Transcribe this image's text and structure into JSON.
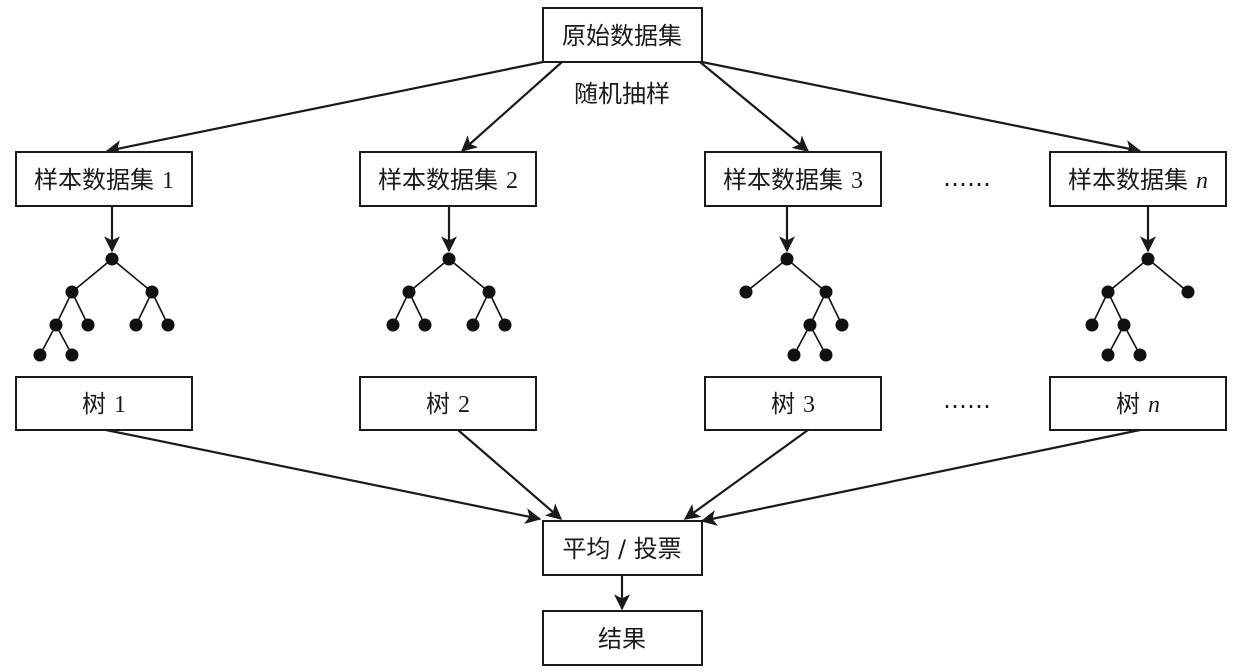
{
  "root": {
    "label": "原始数据集"
  },
  "edge_label": "随机抽样",
  "samples": [
    {
      "label": "样本数据集",
      "index": "1"
    },
    {
      "label": "样本数据集",
      "index": "2"
    },
    {
      "label": "样本数据集",
      "index": "3"
    },
    {
      "label": "样本数据集",
      "index": "n"
    }
  ],
  "trees": [
    {
      "label": "树",
      "index": "1"
    },
    {
      "label": "树",
      "index": "2"
    },
    {
      "label": "树",
      "index": "3"
    },
    {
      "label": "树",
      "index": "n"
    }
  ],
  "ellipsis": "……",
  "aggregate": {
    "label": "平均 / 投票"
  },
  "result": {
    "label": "结果"
  }
}
